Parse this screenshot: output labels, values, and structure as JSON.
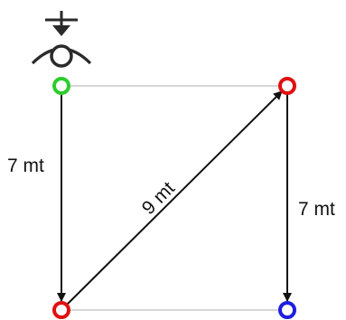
{
  "labels": {
    "left_edge": "7 mt",
    "diagonal_edge": "9 mt",
    "right_edge": "7 mt"
  },
  "icons": {
    "observer": "eye-with-arrow-icon"
  },
  "colors": {
    "start_node": "#2ecc2e",
    "intermediate_node": "#e01010",
    "end_node": "#1e1ee0",
    "arrow": "#111111",
    "outline_edge": "#c8c8c8",
    "icon": "#2a2a2a"
  }
}
